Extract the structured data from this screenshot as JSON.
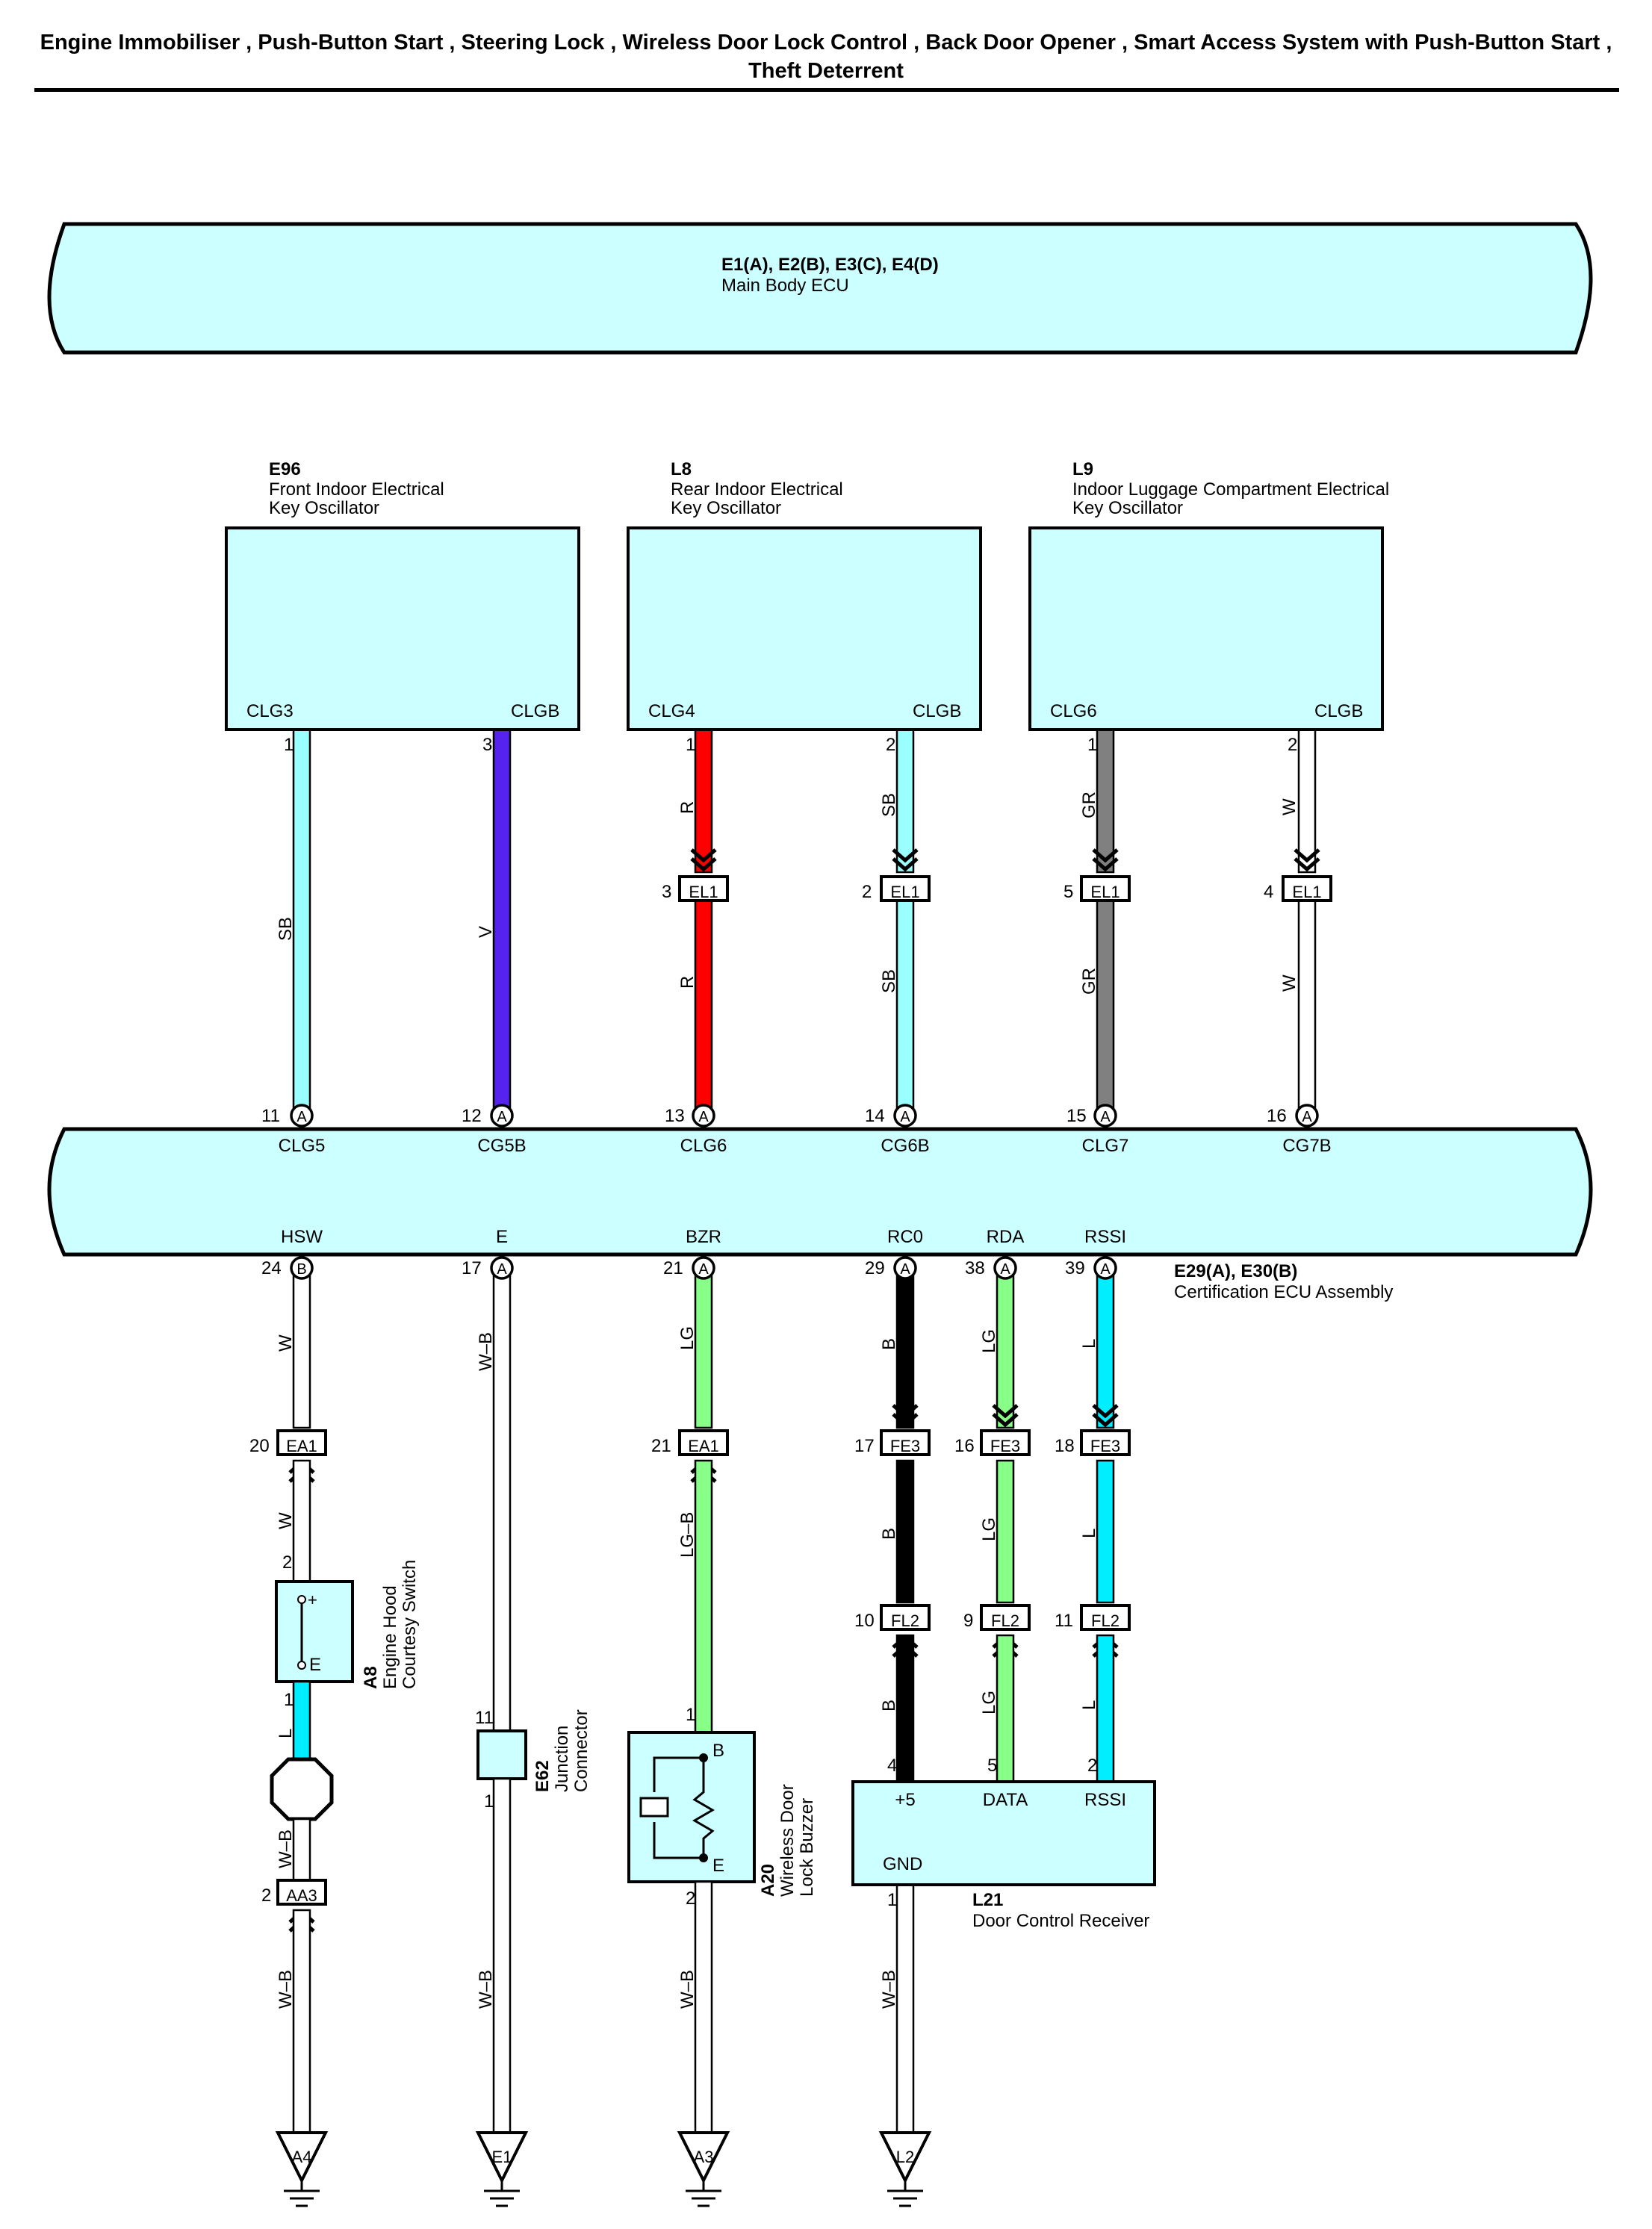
{
  "page": {
    "title": "Engine Immobiliser , Push-Button Start , Steering Lock , Wireless Door Lock Control , Back Door Opener , Smart Access System with Push-Button Start , Theft Deterrent"
  },
  "colors": {
    "box_fill": "#ccffff",
    "SB": "#99ffff",
    "V": "#5522ee",
    "R": "#ff0000",
    "GR": "#808080",
    "W": "#ffffff",
    "LG": "#88ff88",
    "B": "#000000",
    "L": "#00eeff",
    "W-B": "#ffffff"
  },
  "main_body_ecu": {
    "code": "E1(A), E2(B), E3(C), E4(D)",
    "name": "Main Body ECU"
  },
  "certification_ecu": {
    "code": "E29(A), E30(B)",
    "name": "Certification ECU Assembly"
  },
  "oscillators": [
    {
      "code": "E96",
      "name_line1": "Front Indoor Electrical",
      "name_line2": "Key Oscillator",
      "left_term": "CLG3",
      "right_term": "CLGB"
    },
    {
      "code": "L8",
      "name_line1": "Rear Indoor Electrical",
      "name_line2": "Key Oscillator",
      "left_term": "CLG4",
      "right_term": "CLGB"
    },
    {
      "code": "L9",
      "name_line1": "Indoor Luggage Compartment Electrical",
      "name_line2": "Key Oscillator",
      "left_term": "CLG6",
      "right_term": "CLGB"
    }
  ],
  "top_wires": [
    {
      "pin_top": "1",
      "color_code": "SB",
      "lower_color_code": "SB",
      "connector": null,
      "conn_pin": null,
      "ecu_pin": "11",
      "ecu_conn": "A",
      "ecu_term": "CLG5"
    },
    {
      "pin_top": "3",
      "color_code": "V",
      "lower_color_code": "V",
      "connector": null,
      "conn_pin": null,
      "ecu_pin": "12",
      "ecu_conn": "A",
      "ecu_term": "CG5B"
    },
    {
      "pin_top": "1",
      "color_code": "R",
      "lower_color_code": "R",
      "connector": "EL1",
      "conn_pin": "3",
      "ecu_pin": "13",
      "ecu_conn": "A",
      "ecu_term": "CLG6"
    },
    {
      "pin_top": "2",
      "color_code": "SB",
      "lower_color_code": "SB",
      "connector": "EL1",
      "conn_pin": "2",
      "ecu_pin": "14",
      "ecu_conn": "A",
      "ecu_term": "CG6B"
    },
    {
      "pin_top": "1",
      "color_code": "GR",
      "lower_color_code": "GR",
      "connector": "EL1",
      "conn_pin": "5",
      "ecu_pin": "15",
      "ecu_conn": "A",
      "ecu_term": "CLG7"
    },
    {
      "pin_top": "2",
      "color_code": "W",
      "lower_color_code": "W",
      "connector": "EL1",
      "conn_pin": "4",
      "ecu_pin": "16",
      "ecu_conn": "A",
      "ecu_term": "CG7B"
    }
  ],
  "bottom_terms": [
    {
      "term": "HSW",
      "pin": "24",
      "conn": "B"
    },
    {
      "term": "E",
      "pin": "17",
      "conn": "A"
    },
    {
      "term": "BZR",
      "pin": "21",
      "conn": "A"
    },
    {
      "term": "RC0",
      "pin": "29",
      "conn": "A"
    },
    {
      "term": "RDA",
      "pin": "38",
      "conn": "A"
    },
    {
      "term": "RSSI",
      "pin": "39",
      "conn": "A"
    }
  ],
  "hood_circuit": {
    "wire1": "W",
    "connector": "EA1",
    "conn_pin": "20",
    "wire2": "W",
    "switch_code": "A8",
    "switch_name_line1": "Engine Hood",
    "switch_name_line2": "Courtesy Switch",
    "switch_pin_top": "2",
    "switch_plus": "+",
    "switch_e": "E",
    "switch_pin_bottom": "1",
    "wire3": "L",
    "wire4": "W–B",
    "connector2": "AA3",
    "conn2_pin": "2",
    "wire5": "W–B",
    "ground": "A4"
  },
  "e_circuit": {
    "wire1": "W–B",
    "junction_code": "E62",
    "junction_name": "Junction",
    "junction_name2": "Connector",
    "pin_top": "11",
    "pin_bottom": "1",
    "wire2": "W–B",
    "ground": "E1"
  },
  "buzzer_circuit": {
    "wire1": "LG",
    "connector": "EA1",
    "conn_pin": "21",
    "wire2": "LG–B",
    "pin_top": "1",
    "buzzer_code": "A20",
    "buzzer_name_line1": "Wireless Door",
    "buzzer_name_line2": "Lock Buzzer",
    "term_b": "B",
    "term_e": "E",
    "pin_bottom": "2",
    "wire3": "W–B",
    "ground": "A3"
  },
  "receiver_circuit": {
    "wires": [
      {
        "upper": "B",
        "fe_pin": "17",
        "fe": "FE3",
        "middle": "B",
        "fl_pin": "10",
        "fl": "FL2",
        "lower": "B",
        "rx_pin": "4",
        "rx_term": "+5"
      },
      {
        "upper": "LG",
        "fe_pin": "16",
        "fe": "FE3",
        "middle": "LG",
        "fl_pin": "9",
        "fl": "FL2",
        "lower": "LG",
        "rx_pin": "5",
        "rx_term": "DATA"
      },
      {
        "upper": "L",
        "fe_pin": "18",
        "fe": "FE3",
        "middle": "L",
        "fl_pin": "11",
        "fl": "FL2",
        "lower": "L",
        "rx_pin": "2",
        "rx_term": "RSSI"
      }
    ],
    "gnd_term": "GND",
    "receiver_code": "L21",
    "receiver_name": "Door Control Receiver",
    "gnd_pin": "1",
    "ground_wire": "W–B",
    "ground": "L2"
  }
}
